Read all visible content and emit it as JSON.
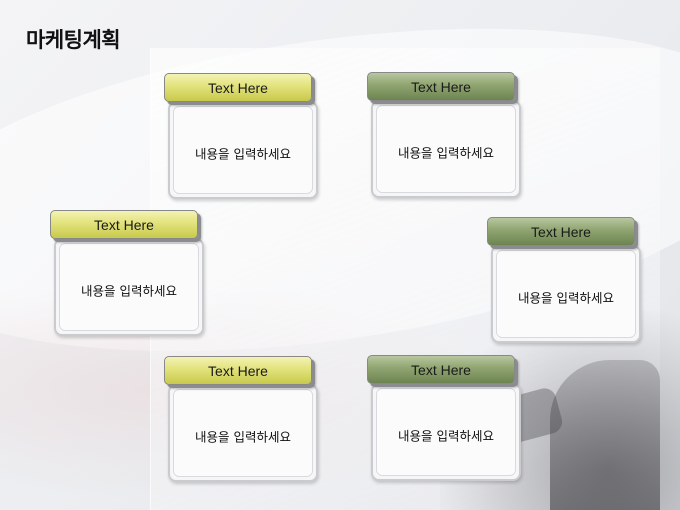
{
  "title": "마케팅계획",
  "cards": [
    {
      "header": "Text Here",
      "body": "내용을 입력하세요",
      "color": "#e2e27c"
    },
    {
      "header": "Text Here",
      "body": "내용을 입력하세요",
      "color": "#8fa470"
    },
    {
      "header": "Text Here",
      "body": "내용을 입력하세요",
      "color": "#e2e27c"
    },
    {
      "header": "Text Here",
      "body": "내용을 입력하세요",
      "color": "#8fa470"
    },
    {
      "header": "Text Here",
      "body": "내용을 입력하세요",
      "color": "#e2e27c"
    },
    {
      "header": "Text Here",
      "body": "내용을 입력하세요",
      "color": "#8fa470"
    }
  ]
}
